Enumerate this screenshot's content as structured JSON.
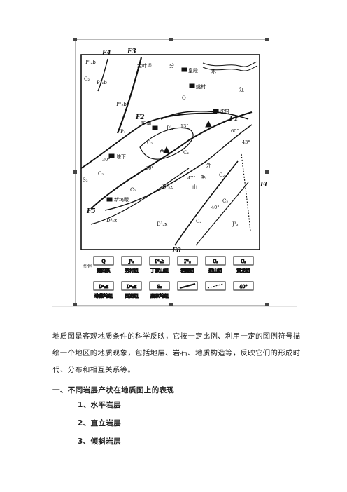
{
  "map": {
    "fault_labels": [
      "F4",
      "F3",
      "F2",
      "F1",
      "F6",
      "F5",
      "F8"
    ],
    "place_names": [
      "金叶埠",
      "皇殿",
      "姚村",
      "沈村",
      "铜湖",
      "西山",
      "塘下",
      "新坞畈"
    ],
    "river_words": [
      "分",
      "水",
      "江"
    ],
    "mountain_words": [
      "外",
      "毛",
      "山"
    ],
    "strata_marks": [
      "P¹₂b",
      "C₂",
      "P¹₂b",
      "P¹₂b",
      "P₁",
      "Q",
      "P¹₂",
      "C₂",
      "C₂",
      "C₂",
      "C₂",
      "C₂",
      "C₂",
      "C₂",
      "D³₂z",
      "D³₂z",
      "D³₂x",
      "J³₃",
      "S₃"
    ],
    "dip_marks": [
      "13°",
      "60°",
      "43°",
      "30°",
      "20°",
      "47°",
      "40°"
    ],
    "legend_title": "图例",
    "legend_items": [
      {
        "symbol": "Q",
        "label": "第四系"
      },
      {
        "symbol": "J³₃",
        "label": "劳村组"
      },
      {
        "symbol": "P¹₂b",
        "label": "丁家山组"
      },
      {
        "symbol": "P¹₂",
        "label": "栖霞组"
      },
      {
        "symbol": "C₂",
        "label": "船山组"
      },
      {
        "symbol": "C₂",
        "label": "黄龙组"
      },
      {
        "symbol": "D³₂z",
        "label": "珠藏坞组"
      },
      {
        "symbol": "D³₂x",
        "label": "西湖组"
      },
      {
        "symbol": "S₃",
        "label": "唐家坞组"
      },
      {
        "symbol": "",
        "label": ""
      },
      {
        "symbol": "",
        "label": ""
      },
      {
        "symbol": "40°",
        "label": ""
      }
    ]
  },
  "text": {
    "paragraph": "地质图是客观地质条件的科学反映，它按一定比例、利用一定的图例符号描绘一个地区的地质现象，包括地层、岩石、地质构造等，反映它们的形成时代、分布和相互关系等。",
    "heading": "一、不同岩层产状在地质图上的表现",
    "items": [
      "1、水平岩层",
      "2、直立岩层",
      "3、倾斜岩层"
    ]
  }
}
